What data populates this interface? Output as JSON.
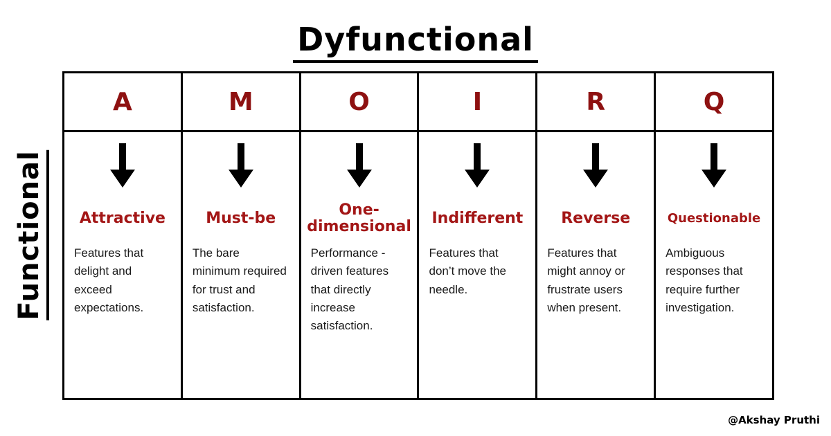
{
  "title": "Dyfunctional",
  "side_label": "Functional",
  "attribution": "@Akshay Pruthi",
  "colors": {
    "ink": "#000000",
    "letter_red": "#8e1111",
    "label_red": "#a31616",
    "description_text": "#1a1a1a",
    "background": "#ffffff"
  },
  "icons": {
    "arrow": "down-arrow-icon"
  },
  "columns": [
    {
      "letter": "A",
      "label": "Attractive",
      "description": "Features that delight and exceed expectations."
    },
    {
      "letter": "M",
      "label": "Must-be",
      "description": "The bare minimum required for trust and satisfaction."
    },
    {
      "letter": "O",
      "label": "One-dimensional",
      "description": "Performance -driven features that directly increase satisfaction."
    },
    {
      "letter": "I",
      "label": "Indifferent",
      "description": "Features that don’t move the needle."
    },
    {
      "letter": "R",
      "label": "Reverse",
      "description": "Features that might annoy or frustrate users when present."
    },
    {
      "letter": "Q",
      "label": "Questionable",
      "description": "Ambiguous responses that require further investigation."
    }
  ]
}
